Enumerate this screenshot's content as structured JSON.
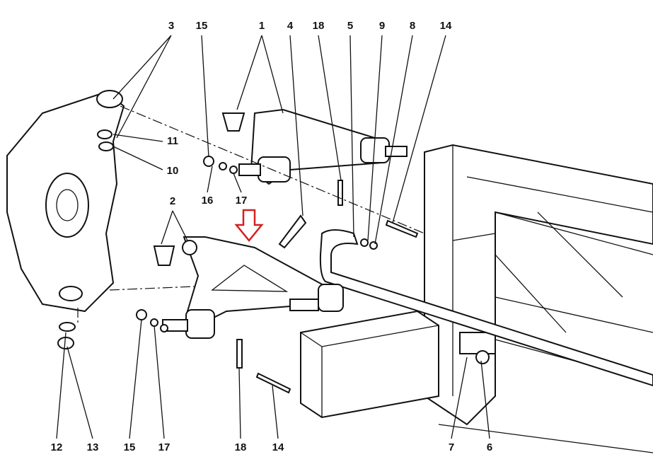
{
  "diagram": {
    "callouts_top": [
      "3",
      "15",
      "1",
      "4",
      "18",
      "5",
      "9",
      "8",
      "14"
    ],
    "callouts_side": [
      "11",
      "10",
      "16",
      "17",
      "2"
    ],
    "callouts_bottom": [
      "12",
      "13",
      "15",
      "17",
      "18",
      "14",
      "7",
      "6"
    ],
    "highlight_arrow_color": "#d42020"
  }
}
